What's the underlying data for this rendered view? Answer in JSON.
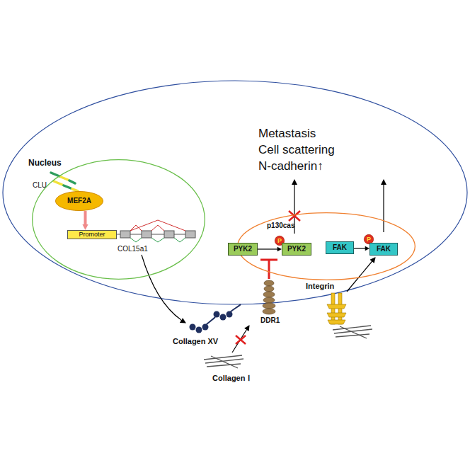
{
  "diagram": {
    "nodes": [
      {
        "text": [
          "Nucleus"
        ]
      },
      {
        "text": [
          "MEF2A"
        ],
        "in": 0
      },
      {
        "text": [
          "Promoter"
        ],
        "in": 0
      },
      {
        "text": [
          "p130cas"
        ]
      },
      {
        "text": [
          "PYK2"
        ],
        "in": 3
      },
      {
        "text": [
          "P"
        ],
        "in": 3
      },
      {
        "text": [
          "PYK2"
        ],
        "in": 3
      },
      {
        "text": [
          "FAK"
        ],
        "in": 3
      },
      {
        "text": [
          "P"
        ],
        "in": 3
      },
      {
        "text": [
          "FAK"
        ],
        "in": 3
      }
    ],
    "edges": [
      {
        "from": 1,
        "to": 2,
        "arrow": "to"
      },
      {
        "from": 4,
        "to": 6,
        "arrow": "to"
      },
      {
        "from": 7,
        "to": 9,
        "arrow": "to"
      }
    ],
    "labels": [
      "CLU",
      "COL15a1",
      "Metastasis",
      "Cell scattering",
      "N-cadherin↑",
      "DDR1",
      "Integrin",
      "Collagen XV",
      "Collagen Ⅰ"
    ]
  }
}
